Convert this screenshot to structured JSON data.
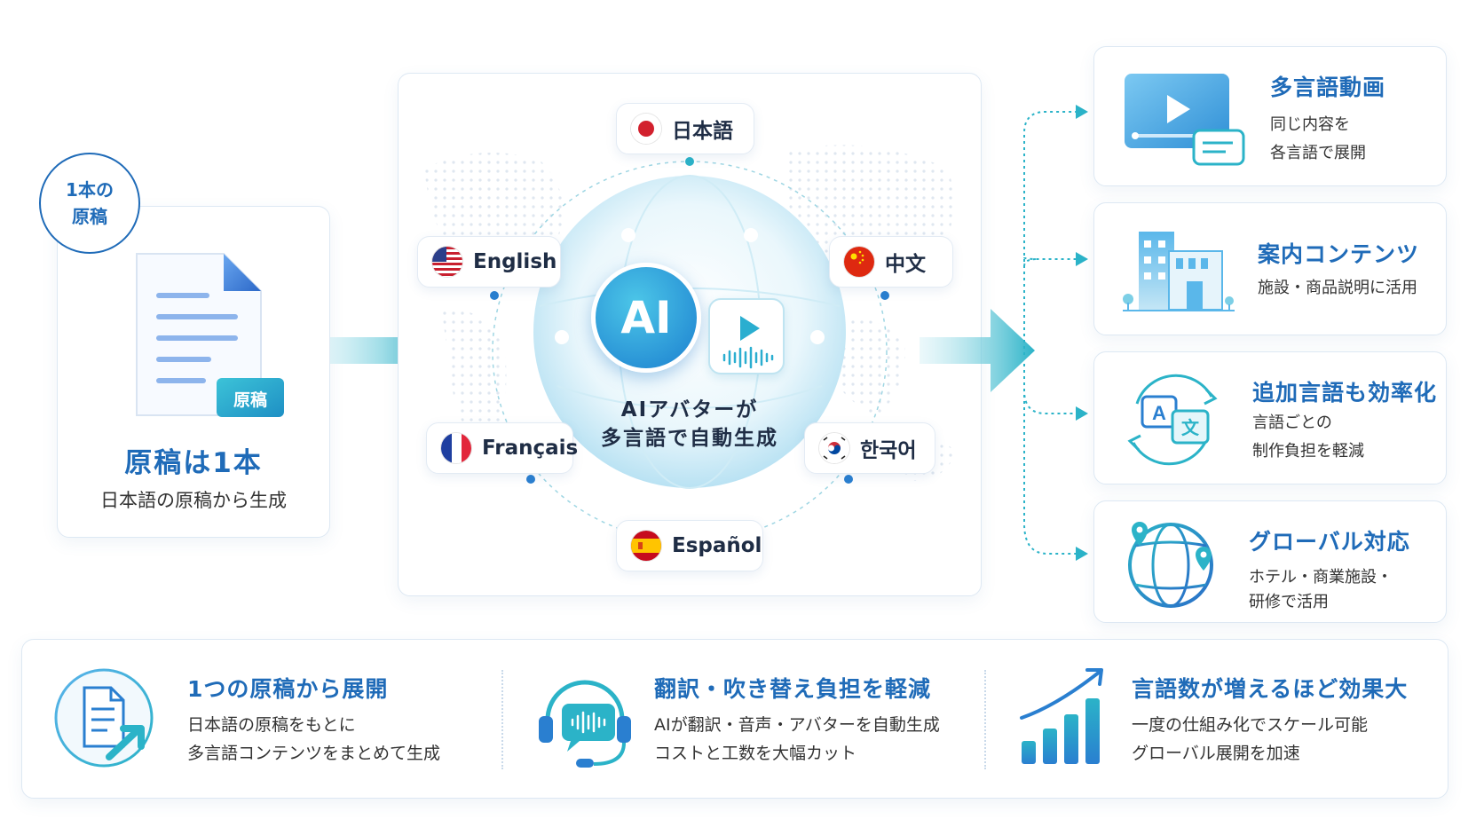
{
  "source": {
    "badge_line1": "1本の",
    "badge_line2": "原稿",
    "doc_tag": "原稿",
    "title": "原稿は1本",
    "subtitle": "日本語の原稿から生成"
  },
  "center": {
    "ai_label": "AI",
    "caption_line1": "AIアバターが",
    "caption_line2": "多言語で自動生成",
    "languages": [
      {
        "label": "日本語",
        "flag": "japan-flag-icon"
      },
      {
        "label": "English",
        "flag": "usa-flag-icon"
      },
      {
        "label": "中文",
        "flag": "china-flag-icon"
      },
      {
        "label": "Français",
        "flag": "france-flag-icon"
      },
      {
        "label": "한국어",
        "flag": "korea-flag-icon"
      },
      {
        "label": "Español",
        "flag": "spain-flag-icon"
      }
    ]
  },
  "outputs": [
    {
      "title": "多言語動画",
      "desc1": "同じ内容を",
      "desc2": "各言語で展開",
      "icon": "video-player-icon"
    },
    {
      "title": "案内コンテンツ",
      "desc1": "施設・商品説明に活用",
      "desc2": "",
      "icon": "building-icon"
    },
    {
      "title": "追加言語も効率化",
      "desc1": "言語ごとの",
      "desc2": "制作負担を軽減",
      "icon": "translate-icon"
    },
    {
      "title": "グローバル対応",
      "desc1": "ホテル・商業施設・",
      "desc2": "研修で活用",
      "icon": "globe-pin-icon"
    }
  ],
  "features": [
    {
      "title": "1つの原稿から展開",
      "desc1": "日本語の原稿をもとに",
      "desc2": "多言語コンテンツをまとめて生成",
      "icon": "document-arrow-icon"
    },
    {
      "title": "翻訳・吹き替え負担を軽減",
      "desc1": "AIが翻訳・音声・アバターを自動生成",
      "desc2": "コストと工数を大幅カット",
      "icon": "headset-icon"
    },
    {
      "title": "言語数が増えるほど効果大",
      "desc1": "一度の仕組み化でスケール可能",
      "desc2": "グローバル展開を加速",
      "icon": "growth-chart-icon"
    }
  ],
  "colors": {
    "accent": "#1f6bb8",
    "teal": "#2bb3c8",
    "border": "#dde8f3"
  }
}
